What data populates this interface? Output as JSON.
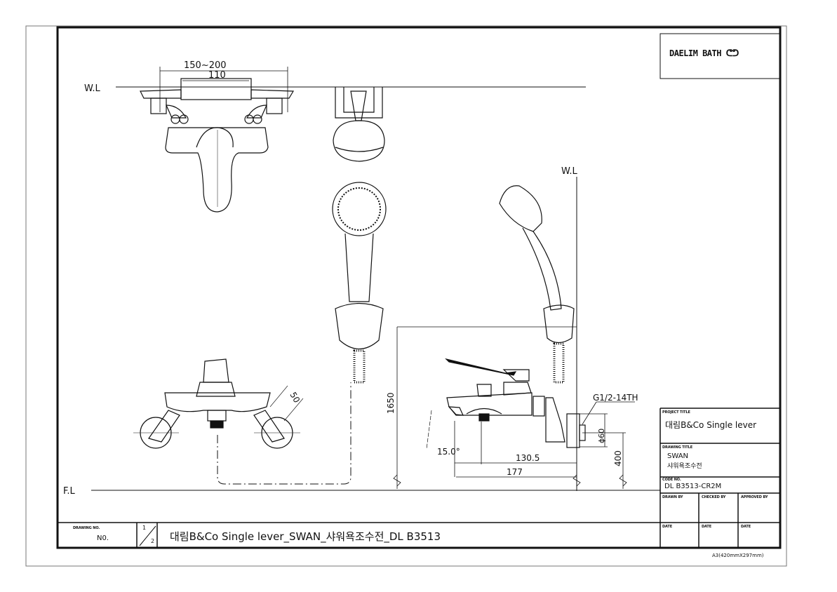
{
  "drawing": {
    "water_level_label": "W.L",
    "floor_level_label": "F.L",
    "dimensions": {
      "supply_spacing": "150~200",
      "body_width": "110",
      "handle_offset": "50",
      "shower_height": "1650",
      "thread": "G1/2-14TH",
      "flange_diameter": "ϕ60",
      "spout_angle": "15.0°",
      "spout_depth_inner": "130.5",
      "spout_depth_outer": "177",
      "mount_height": "400"
    }
  },
  "logo": {
    "text": "DAELIM BATH"
  },
  "title_block": {
    "project_title_label": "PROJECT TITLE",
    "project_title": "대림B&Co Single lever",
    "drawing_title_label": "DRAWING TITLE",
    "drawing_title_line1": "SWAN",
    "drawing_title_line2": "샤워욕조수전",
    "code_label": "CODE NO.",
    "code": "DL B3513-CR2M",
    "drawn_by_label": "DRAWN BY",
    "checked_by_label": "CHECKED BY",
    "approved_by_label": "APPROVED BY",
    "date_labels": [
      "DATE",
      "DATE",
      "DATE"
    ],
    "paper_size": "A3(420mmX297mm)"
  },
  "bottom_bar": {
    "drawing_no_label": "DRAWING NO.",
    "drawing_no": "N0.",
    "sheet_current": "1",
    "sheet_total": "2",
    "title": "대림B&Co Single lever_SWAN_샤워욕조수전_DL B3513"
  }
}
